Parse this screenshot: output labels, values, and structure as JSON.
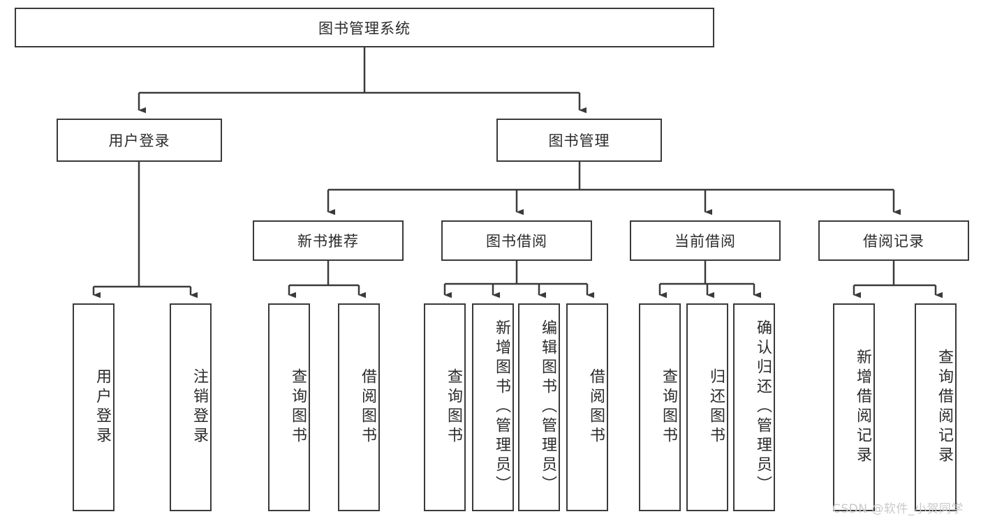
{
  "diagram": {
    "type": "tree-hierarchy",
    "title": "图书管理系统",
    "root": {
      "label": "图书管理系统"
    },
    "level2": [
      {
        "label": "用户登录"
      },
      {
        "label": "图书管理"
      }
    ],
    "level3": [
      {
        "label": "新书推荐"
      },
      {
        "label": "图书借阅"
      },
      {
        "label": "当前借阅"
      },
      {
        "label": "借阅记录"
      }
    ],
    "leaves": {
      "user_login": [
        {
          "label": "用户登录"
        },
        {
          "label": "注销登录"
        }
      ],
      "new_book_rec": [
        {
          "label": "查询图书"
        },
        {
          "label": "借阅图书"
        }
      ],
      "book_borrow": [
        {
          "label": "查询图书"
        },
        {
          "label": "新增图书（管理员）"
        },
        {
          "label": "编辑图书（管理员）"
        },
        {
          "label": "借阅图书"
        }
      ],
      "current_borrow": [
        {
          "label": "查询图书"
        },
        {
          "label": "归还图书"
        },
        {
          "label": "确认归还（管理员）"
        }
      ],
      "borrow_record": [
        {
          "label": "新增借阅记录"
        },
        {
          "label": "查询借阅记录"
        }
      ]
    }
  },
  "watermark": {
    "text": "CSDN @软件_小贺同学"
  },
  "colors": {
    "border": "#3a3a3a",
    "text": "#2b2b2b",
    "background": "#ffffff",
    "watermark": "#c9c9c9"
  }
}
